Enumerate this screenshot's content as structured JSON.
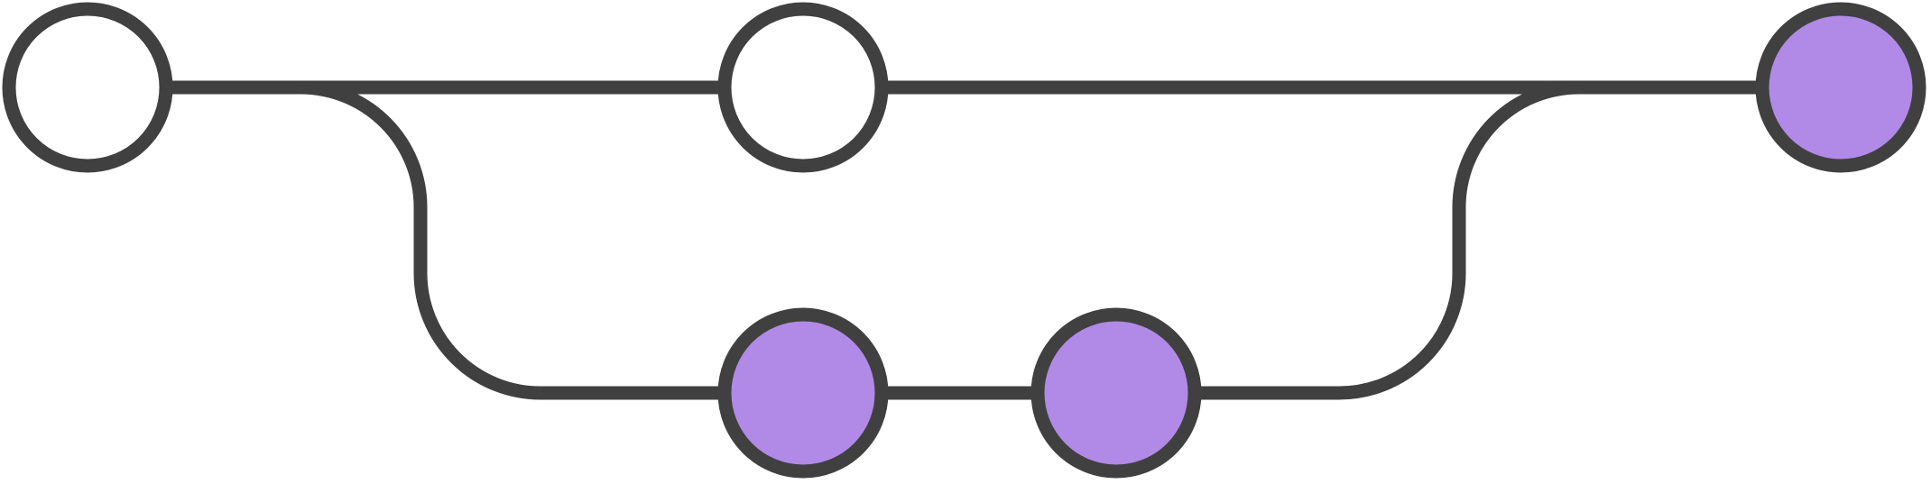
{
  "colors": {
    "stroke": "#404040",
    "background": "#ffffff",
    "plain_fill": "#ffffff",
    "highlight_fill": "#b18ae7"
  },
  "nodes": [
    {
      "id": "main-1",
      "branch": "main",
      "highlighted": false
    },
    {
      "id": "main-2",
      "branch": "main",
      "highlighted": false
    },
    {
      "id": "main-3",
      "branch": "main",
      "highlighted": true
    },
    {
      "id": "feature-1",
      "branch": "feature",
      "highlighted": true
    },
    {
      "id": "feature-2",
      "branch": "feature",
      "highlighted": true
    }
  ],
  "edges": [
    {
      "from": "main-1",
      "to": "main-2"
    },
    {
      "from": "main-2",
      "to": "main-3"
    },
    {
      "from": "main-1",
      "to": "feature-1"
    },
    {
      "from": "feature-1",
      "to": "feature-2"
    },
    {
      "from": "feature-2",
      "to": "main-3"
    }
  ]
}
